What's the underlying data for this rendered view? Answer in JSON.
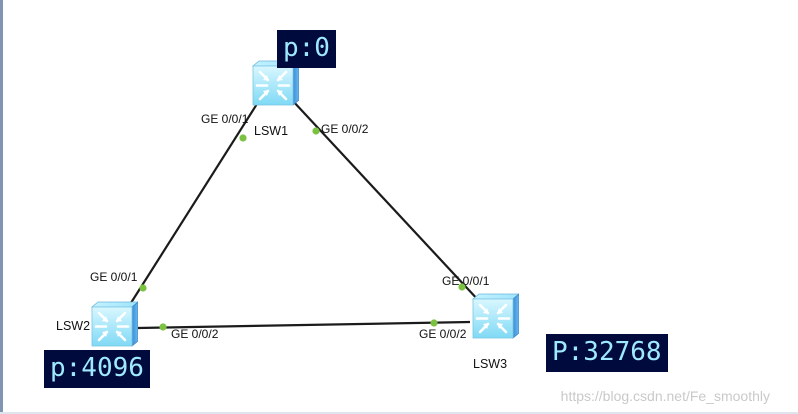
{
  "switches": [
    {
      "id": "lsw1",
      "name": "LSW1",
      "priority": "p:0",
      "ports": [
        "GE 0/0/1",
        "GE 0/0/2"
      ]
    },
    {
      "id": "lsw2",
      "name": "LSW2",
      "priority": "p:4096",
      "ports": [
        "GE 0/0/1",
        "GE 0/0/2"
      ]
    },
    {
      "id": "lsw3",
      "name": "LSW3",
      "priority": "P:32768",
      "ports": [
        "GE 0/0/1",
        "GE 0/0/2"
      ]
    }
  ],
  "links": [
    {
      "from": "LSW1 GE 0/0/1",
      "to": "LSW2 GE 0/0/1"
    },
    {
      "from": "LSW1 GE 0/0/2",
      "to": "LSW3 GE 0/0/1"
    },
    {
      "from": "LSW2 GE 0/0/2",
      "to": "LSW3 GE 0/0/2"
    }
  ],
  "watermark": "https://blog.csdn.net/Fe_smoothly",
  "colors": {
    "link": "#1b1b1b",
    "port": "#7cc242",
    "label_bg": "#000a3c",
    "label_text": "#9fe9ff"
  },
  "icons": {
    "switch": "layer3-switch-icon"
  }
}
